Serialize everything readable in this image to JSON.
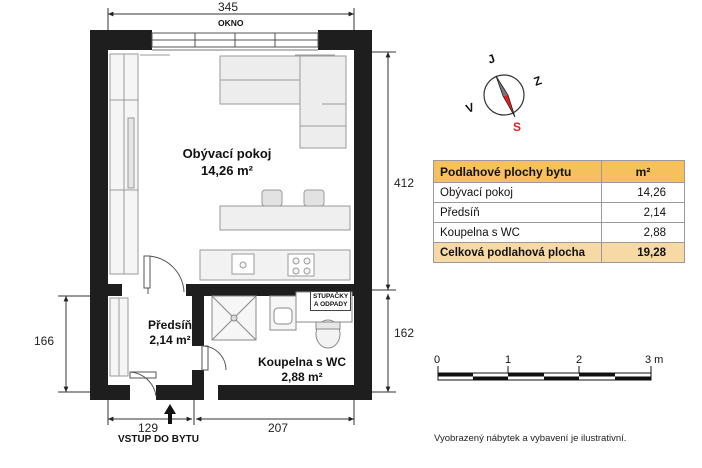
{
  "plan": {
    "dim_top": "345",
    "dim_right_upper": "412",
    "dim_left_lower": "166",
    "dim_right_lower": "162",
    "dim_bottom_left": "129",
    "dim_bottom_right": "207",
    "window_label": "OKNO",
    "entrance_label": "VSTUP DO BYTU",
    "utility_label_line1": "STUPAČKY",
    "utility_label_line2": "A ODPADY",
    "rooms": [
      {
        "name": "Obývací pokoj",
        "area": "14,26 m²"
      },
      {
        "name": "Předsíň",
        "area": "2,14 m²"
      },
      {
        "name": "Koupelna s WC",
        "area": "2,88 m²"
      }
    ]
  },
  "compass": {
    "north": "J",
    "east": "Z",
    "west": "V",
    "south": "S",
    "south_color": "#e02020"
  },
  "area_table": {
    "header": [
      "Podlahové plochy bytu",
      "m²"
    ],
    "rows": [
      {
        "label": "Obývací pokoj",
        "value": "14,26"
      },
      {
        "label": "Předsíň",
        "value": "2,14"
      },
      {
        "label": "Koupelna s WC",
        "value": "2,88"
      }
    ],
    "total": {
      "label": "Celková podlahová plocha",
      "value": "19,28"
    },
    "header_color": "#f6c15d",
    "total_color": "#f7d9a6"
  },
  "scale": {
    "labels": [
      "0",
      "1",
      "2",
      "3 m"
    ]
  },
  "note": "Vyobrazený nábytek a vybavení je ilustrativní."
}
